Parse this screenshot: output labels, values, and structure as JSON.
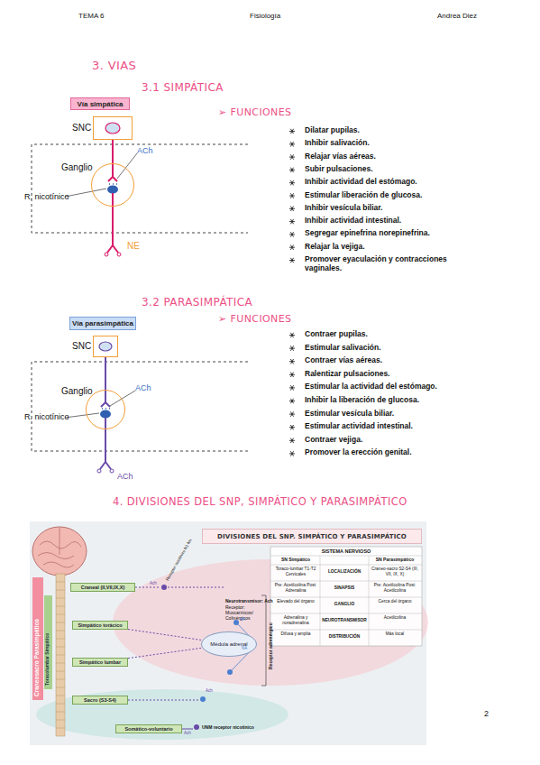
{
  "diagram": {
    "title": "3. VIAS",
    "nodes": [
      {
        "text": [
          "Vía simpática"
        ]
      },
      {
        "text": [
          "SNC"
        ]
      },
      {
        "text": [
          "Ganglio"
        ]
      },
      {
        "text": [
          "Vía parasimpática"
        ]
      },
      {
        "text": [
          "SNC"
        ]
      },
      {
        "text": [
          "Ganglio"
        ]
      },
      {
        "text": [
          "DIVISIONES DEL SNP. SIMPÁTICO Y PARASIMPÁTICO"
        ]
      },
      {
        "text": [
          "Craneal (II,VII,IX,X)"
        ]
      },
      {
        "text": [
          "Simpático torácico"
        ]
      },
      {
        "text": [
          "Simpático lumbar"
        ]
      },
      {
        "text": [
          "Médula adrenal"
        ]
      },
      {
        "text": [
          "Sacro (S3-S4)"
        ]
      },
      {
        "text": [
          "Somático-voluntario"
        ]
      }
    ],
    "edges": [
      {
        "from": 1,
        "to": 2,
        "arrow": "none"
      },
      {
        "from": 4,
        "to": 5,
        "arrow": "none"
      },
      {
        "from": 8,
        "to": 10,
        "arrow": "none"
      },
      {
        "from": 9,
        "to": 10,
        "arrow": "none"
      }
    ],
    "labels": [
      "TEMA 6",
      "Fisiología",
      "Andrea Diez",
      "3.1 SIMPÁTICA",
      "➢ FUNCIONES",
      "Dilatar pupilas.",
      "Inhibir salivación.",
      "Relajar vías aéreas.",
      "Subir pulsaciones.",
      "Inhibir actividad del estómago.",
      "Estimular liberación de glucosa.",
      "Inhibir vesícula biliar.",
      "Inhibir actividad intestinal.",
      "Segregar epinefrina norepinefrina.",
      "Relajar la vejiga.",
      "Promover eyaculación y contracciones vaginales.",
      "ACh",
      "R. nicotínico",
      "NE",
      "3.2 PARASIMPÁTICA",
      "➢ FUNCIONES",
      "Contraer pupilas.",
      "Estimular salivación.",
      "Contraer vías aéreas.",
      "Ralentizar pulsaciones.",
      "Estimular la actividad del estómago.",
      "Inhibir la liberación de glucosa.",
      "Estimular vesícula biliar.",
      "Estimular actividad intestinal.",
      "Contraer vejiga.",
      "Promover la erección genital.",
      "ACh",
      "R. nicotínico",
      "ACh",
      "4. DIVISIONES DEL SNP, SIMPÁTICO Y PARASIMPÁTICO",
      "Craneosacro Parasimpático",
      "Toracolumbar Simpático",
      "Neurotransmisor: Ach",
      "Receptor: Muscarínicos/ Colinérgicos",
      "Receptor adrenérgico",
      "Receptor nicotínico N1 Nn",
      "UNM receptor nicotínico",
      "Ach",
      "NA",
      "NA",
      "Ach",
      "Ach",
      "SISTEMA NERVIOSO",
      "SN Simpático",
      "SN Parasimpático",
      "Toraco-lumbar T1-T2 Cervicales",
      "LOCALIZACIÓN",
      "Craneo-sacro S2-S4 (III, VII, IX, X)",
      "Pre: Acetilcolina Post: Adrenalina",
      "SINAPSIS",
      "Pre: Acetilcolina Post: Acetilcolina",
      "Elevado del órgano",
      "GANGLIO",
      "Cerca del órgano",
      "Adrenalina y noradrenalina",
      "NEUROTRANSMISOR",
      "Acetilcolina",
      "Difusa y amplia",
      "DISTRIBUCIÓN",
      "Más local",
      "2"
    ]
  }
}
